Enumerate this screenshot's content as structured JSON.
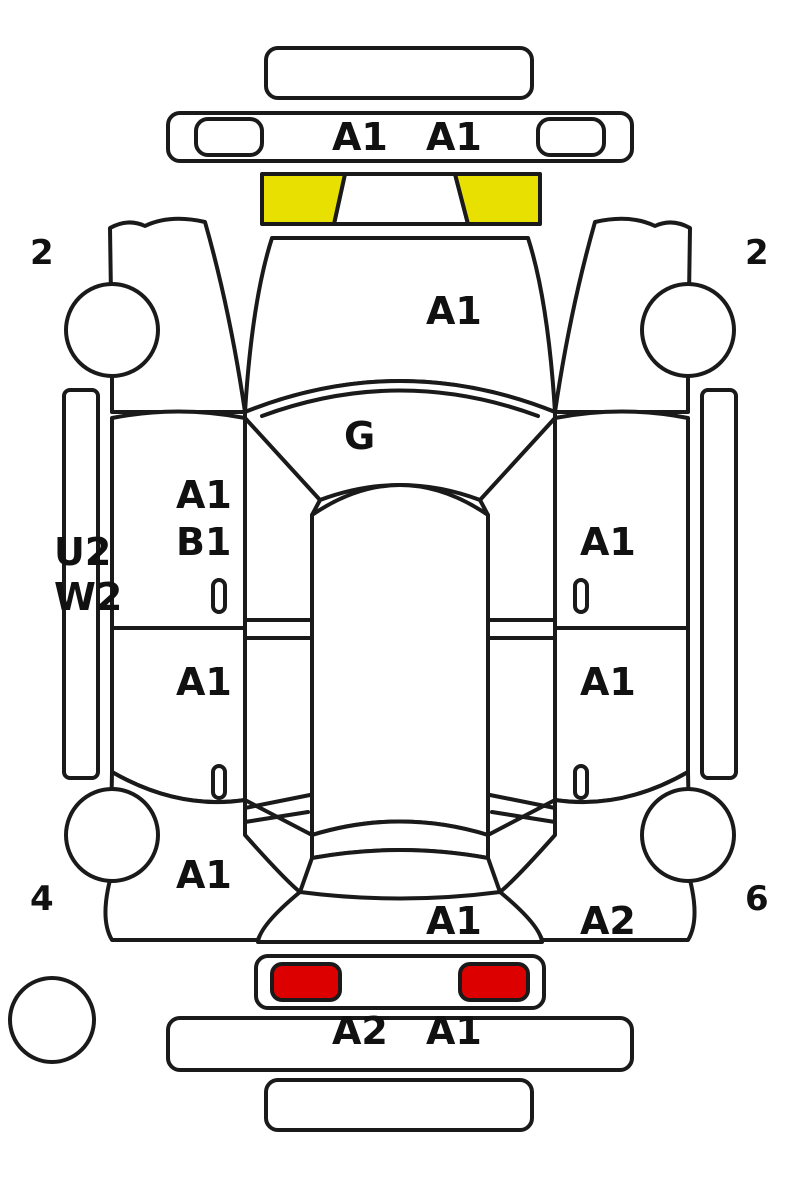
{
  "colors": {
    "outline": "#1a1a1a",
    "headlight_fill": "#e8e000",
    "taillight_fill": "#dd0000",
    "background": "#ffffff"
  },
  "corner_numbers": {
    "front_left": "2",
    "front_right": "2",
    "rear_left": "4",
    "rear_right": "6"
  },
  "labels": {
    "front_bumper_left": "A1",
    "front_bumper_right": "A1",
    "hood": "A1",
    "windshield": "G",
    "left_front_door_line1": "A1",
    "left_front_door_line2": "B1",
    "left_sill_line1": "U2",
    "left_sill_line2": "W2",
    "right_front_door": "A1",
    "left_rear_door": "A1",
    "right_rear_door": "A1",
    "left_rear_quarter": "A1",
    "trunk": "A1",
    "right_rear_quarter": "A2",
    "rear_bumper_left": "A2",
    "rear_bumper_right": "A1"
  }
}
